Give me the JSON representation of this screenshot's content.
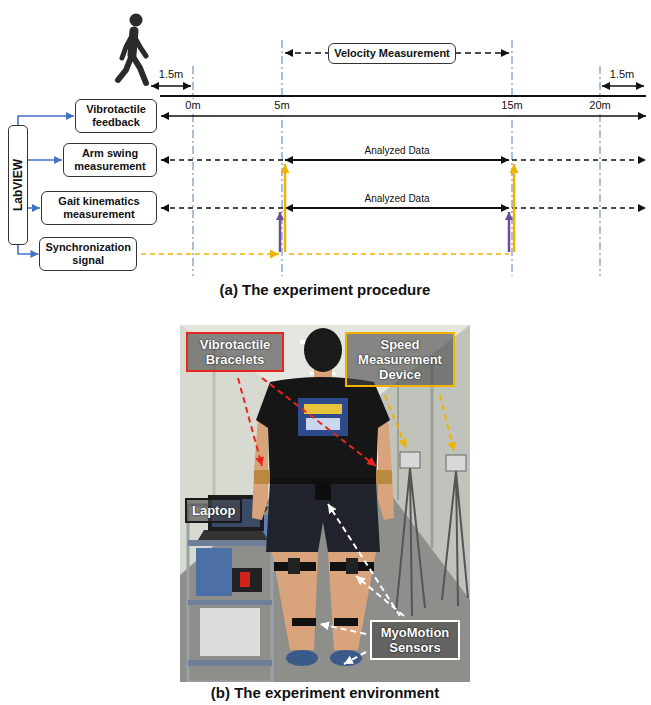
{
  "diagram": {
    "nodes": [
      {
        "text": [
          "Velocity Measurement"
        ]
      },
      {
        "text": [
          "LabVIEW"
        ]
      },
      {
        "text": [
          "Vibrotactile feedback"
        ]
      },
      {
        "text": [
          "Arm swing measurement"
        ]
      },
      {
        "text": [
          "Gait kinematics measurement"
        ]
      },
      {
        "text": [
          "Synchronization signal"
        ]
      },
      {
        "text": [
          "Vibrotactile Bracelets"
        ]
      },
      {
        "text": [
          "Speed Measurement Device"
        ]
      },
      {
        "text": [
          "Laptop"
        ]
      },
      {
        "text": [
          "MyoMotion Sensors"
        ]
      }
    ],
    "edges": [
      {
        "from": 1,
        "to": 2,
        "arrow": "to"
      },
      {
        "from": 1,
        "to": 3,
        "arrow": "to"
      },
      {
        "from": 1,
        "to": 4,
        "arrow": "to"
      },
      {
        "from": 1,
        "to": 5,
        "arrow": "to"
      }
    ],
    "labels": [
      "1.5m",
      "0m",
      "5m",
      "15m",
      "20m",
      "1.5m",
      "Analyzed Data",
      "Analyzed Data",
      "(a) The experiment procedure",
      "(b) The experiment environment"
    ]
  }
}
